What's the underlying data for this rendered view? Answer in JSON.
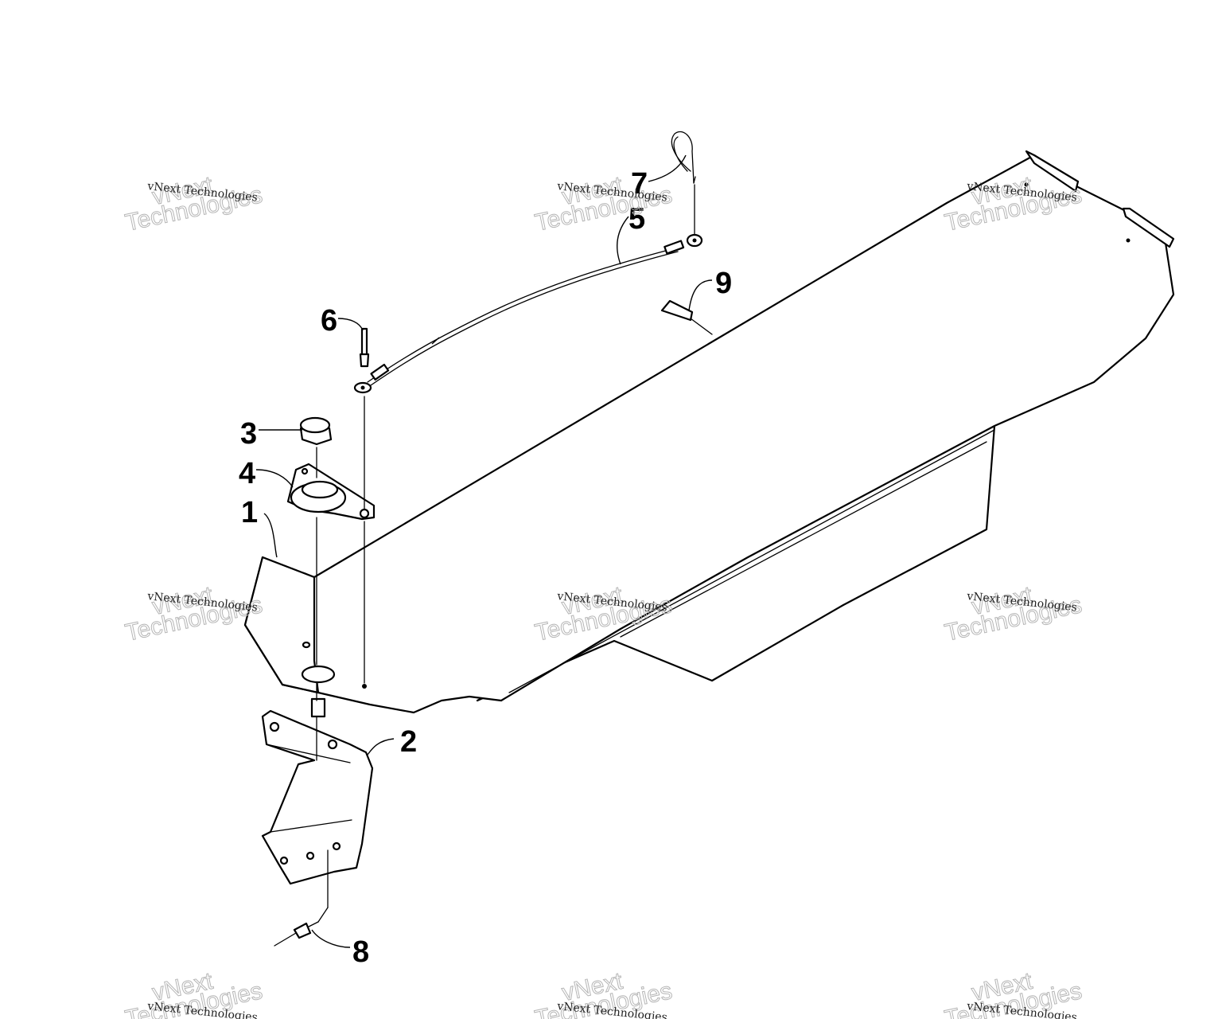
{
  "watermark": {
    "line1": "vNext",
    "line2": "Technologies",
    "small": "vNext Technologies"
  },
  "callouts": [
    {
      "id": "1",
      "label": "1"
    },
    {
      "id": "2",
      "label": "2"
    },
    {
      "id": "3",
      "label": "3"
    },
    {
      "id": "4",
      "label": "4"
    },
    {
      "id": "5",
      "label": "5"
    },
    {
      "id": "6",
      "label": "6"
    },
    {
      "id": "7",
      "label": "7"
    },
    {
      "id": "8",
      "label": "8"
    },
    {
      "id": "9",
      "label": "9"
    }
  ],
  "colors": {
    "line": "#000000",
    "watermark": "#b5b5b5",
    "background": "#ffffff"
  }
}
